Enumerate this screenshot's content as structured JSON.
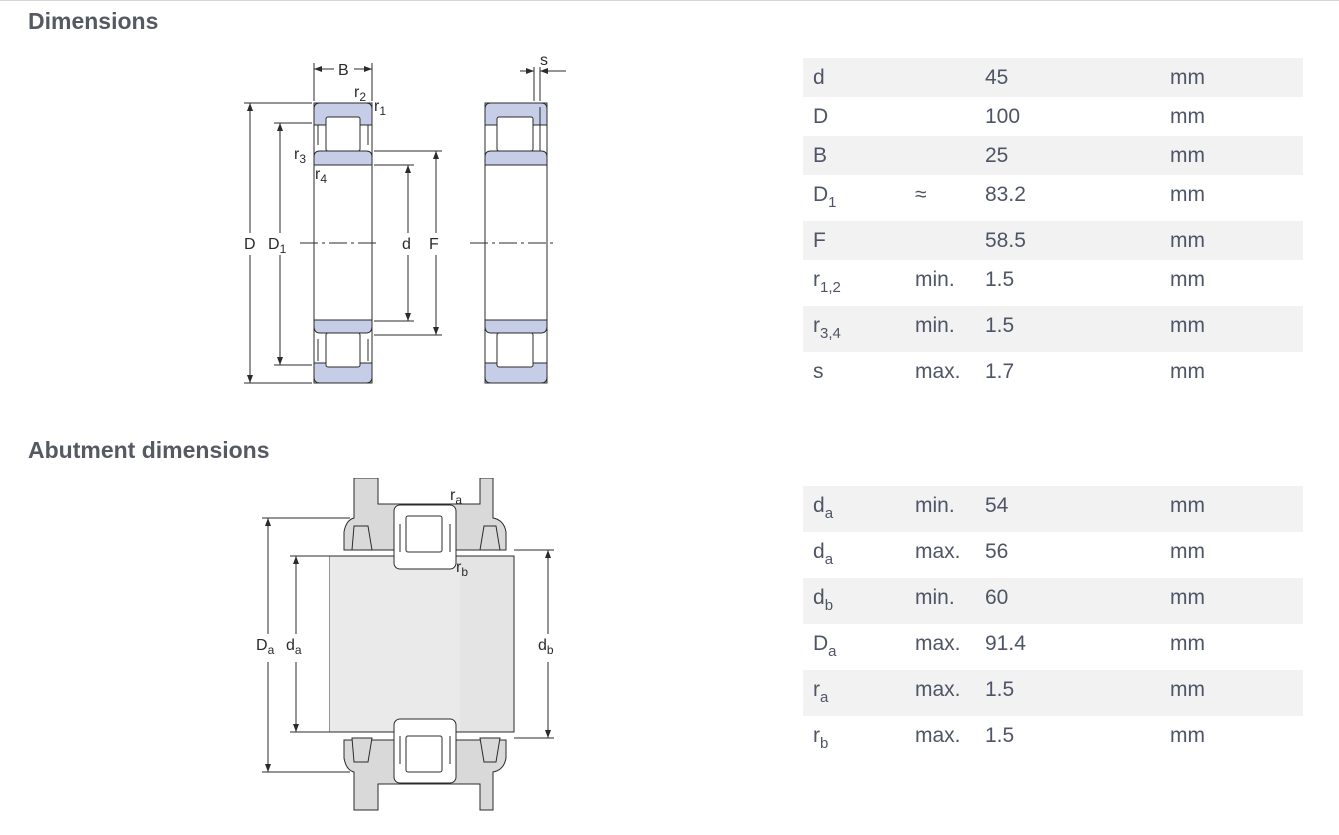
{
  "sections": {
    "dimensions_title": "Dimensions",
    "abutment_title": "Abutment dimensions"
  },
  "diagram1": {
    "labels": {
      "B": "B",
      "s": "s",
      "D": "D",
      "D1_main": "D",
      "D1_sub": "1",
      "d": "d",
      "F": "F",
      "r2_main": "r",
      "r2_sub": "2",
      "r1_main": "r",
      "r1_sub": "1",
      "r3_main": "r",
      "r3_sub": "3",
      "r4_main": "r",
      "r4_sub": "4"
    }
  },
  "diagram2": {
    "labels": {
      "Da_main": "D",
      "Da_sub": "a",
      "da_main": "d",
      "da_sub": "a",
      "db_main": "d",
      "db_sub": "b",
      "ra_main": "r",
      "ra_sub": "a",
      "rb_main": "r",
      "rb_sub": "b"
    }
  },
  "dimensions_table": [
    {
      "sym": "d",
      "sub": "",
      "qual": "",
      "value": "45",
      "unit": "mm"
    },
    {
      "sym": "D",
      "sub": "",
      "qual": "",
      "value": "100",
      "unit": "mm"
    },
    {
      "sym": "B",
      "sub": "",
      "qual": "",
      "value": "25",
      "unit": "mm"
    },
    {
      "sym": "D",
      "sub": "1",
      "qual": "≈",
      "value": "83.2",
      "unit": "mm"
    },
    {
      "sym": "F",
      "sub": "",
      "qual": "",
      "value": "58.5",
      "unit": "mm"
    },
    {
      "sym": "r",
      "sub": "1,2",
      "qual": "min.",
      "value": "1.5",
      "unit": "mm"
    },
    {
      "sym": "r",
      "sub": "3,4",
      "qual": "min.",
      "value": "1.5",
      "unit": "mm"
    },
    {
      "sym": "s",
      "sub": "",
      "qual": "max.",
      "value": "1.7",
      "unit": "mm"
    }
  ],
  "abutment_table": [
    {
      "sym": "d",
      "sub": "a",
      "qual": "min.",
      "value": "54",
      "unit": "mm"
    },
    {
      "sym": "d",
      "sub": "a",
      "qual": "max.",
      "value": "56",
      "unit": "mm"
    },
    {
      "sym": "d",
      "sub": "b",
      "qual": "min.",
      "value": "60",
      "unit": "mm"
    },
    {
      "sym": "D",
      "sub": "a",
      "qual": "max.",
      "value": "91.4",
      "unit": "mm"
    },
    {
      "sym": "r",
      "sub": "a",
      "qual": "max.",
      "value": "1.5",
      "unit": "mm"
    },
    {
      "sym": "r",
      "sub": "b",
      "qual": "max.",
      "value": "1.5",
      "unit": "mm"
    }
  ],
  "colors": {
    "ring_fill": "#c6cde6",
    "roller_fill": "#ffffff",
    "housing_fill": "#d9d9d9",
    "shaft_fill": "#e4e4e4",
    "line": "#2b2b2b",
    "row_shade": "#f2f2f2"
  }
}
